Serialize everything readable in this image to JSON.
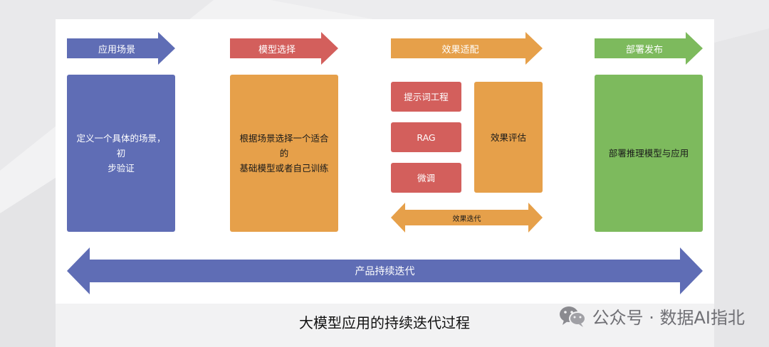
{
  "stages": [
    {
      "label": "应用场景",
      "color": "#5f6db5"
    },
    {
      "label": "模型选择",
      "color": "#d35f5c"
    },
    {
      "label": "效果适配",
      "color": "#e6a04a"
    },
    {
      "label": "部署发布",
      "color": "#7dba5d"
    }
  ],
  "boxes": {
    "scene": {
      "text": "定义一个具体的场景，初\n步验证",
      "color": "#5f6db5"
    },
    "model": {
      "text": "根据场景选择一个适合的\n基础模型或者自己训练",
      "color": "#e6a04a"
    },
    "prompt": {
      "text": "提示词工程",
      "color": "#d35f5c"
    },
    "rag": {
      "text": "RAG",
      "color": "#d35f5c"
    },
    "finetune": {
      "text": "微调",
      "color": "#d35f5c"
    },
    "eval": {
      "text": "效果评估",
      "color": "#e6a04a"
    },
    "deploy": {
      "text": "部署推理模型与应用",
      "color": "#7dba5d"
    }
  },
  "iterate_arrow": {
    "label": "效果迭代",
    "color": "#e6a04a"
  },
  "product_arrow": {
    "label": "产品持续迭代",
    "color": "#5f6db5"
  },
  "caption": "大模型应用的持续迭代过程",
  "watermark": {
    "text": "公众号 · 数据AI指北",
    "icon": "wechat-icon"
  }
}
